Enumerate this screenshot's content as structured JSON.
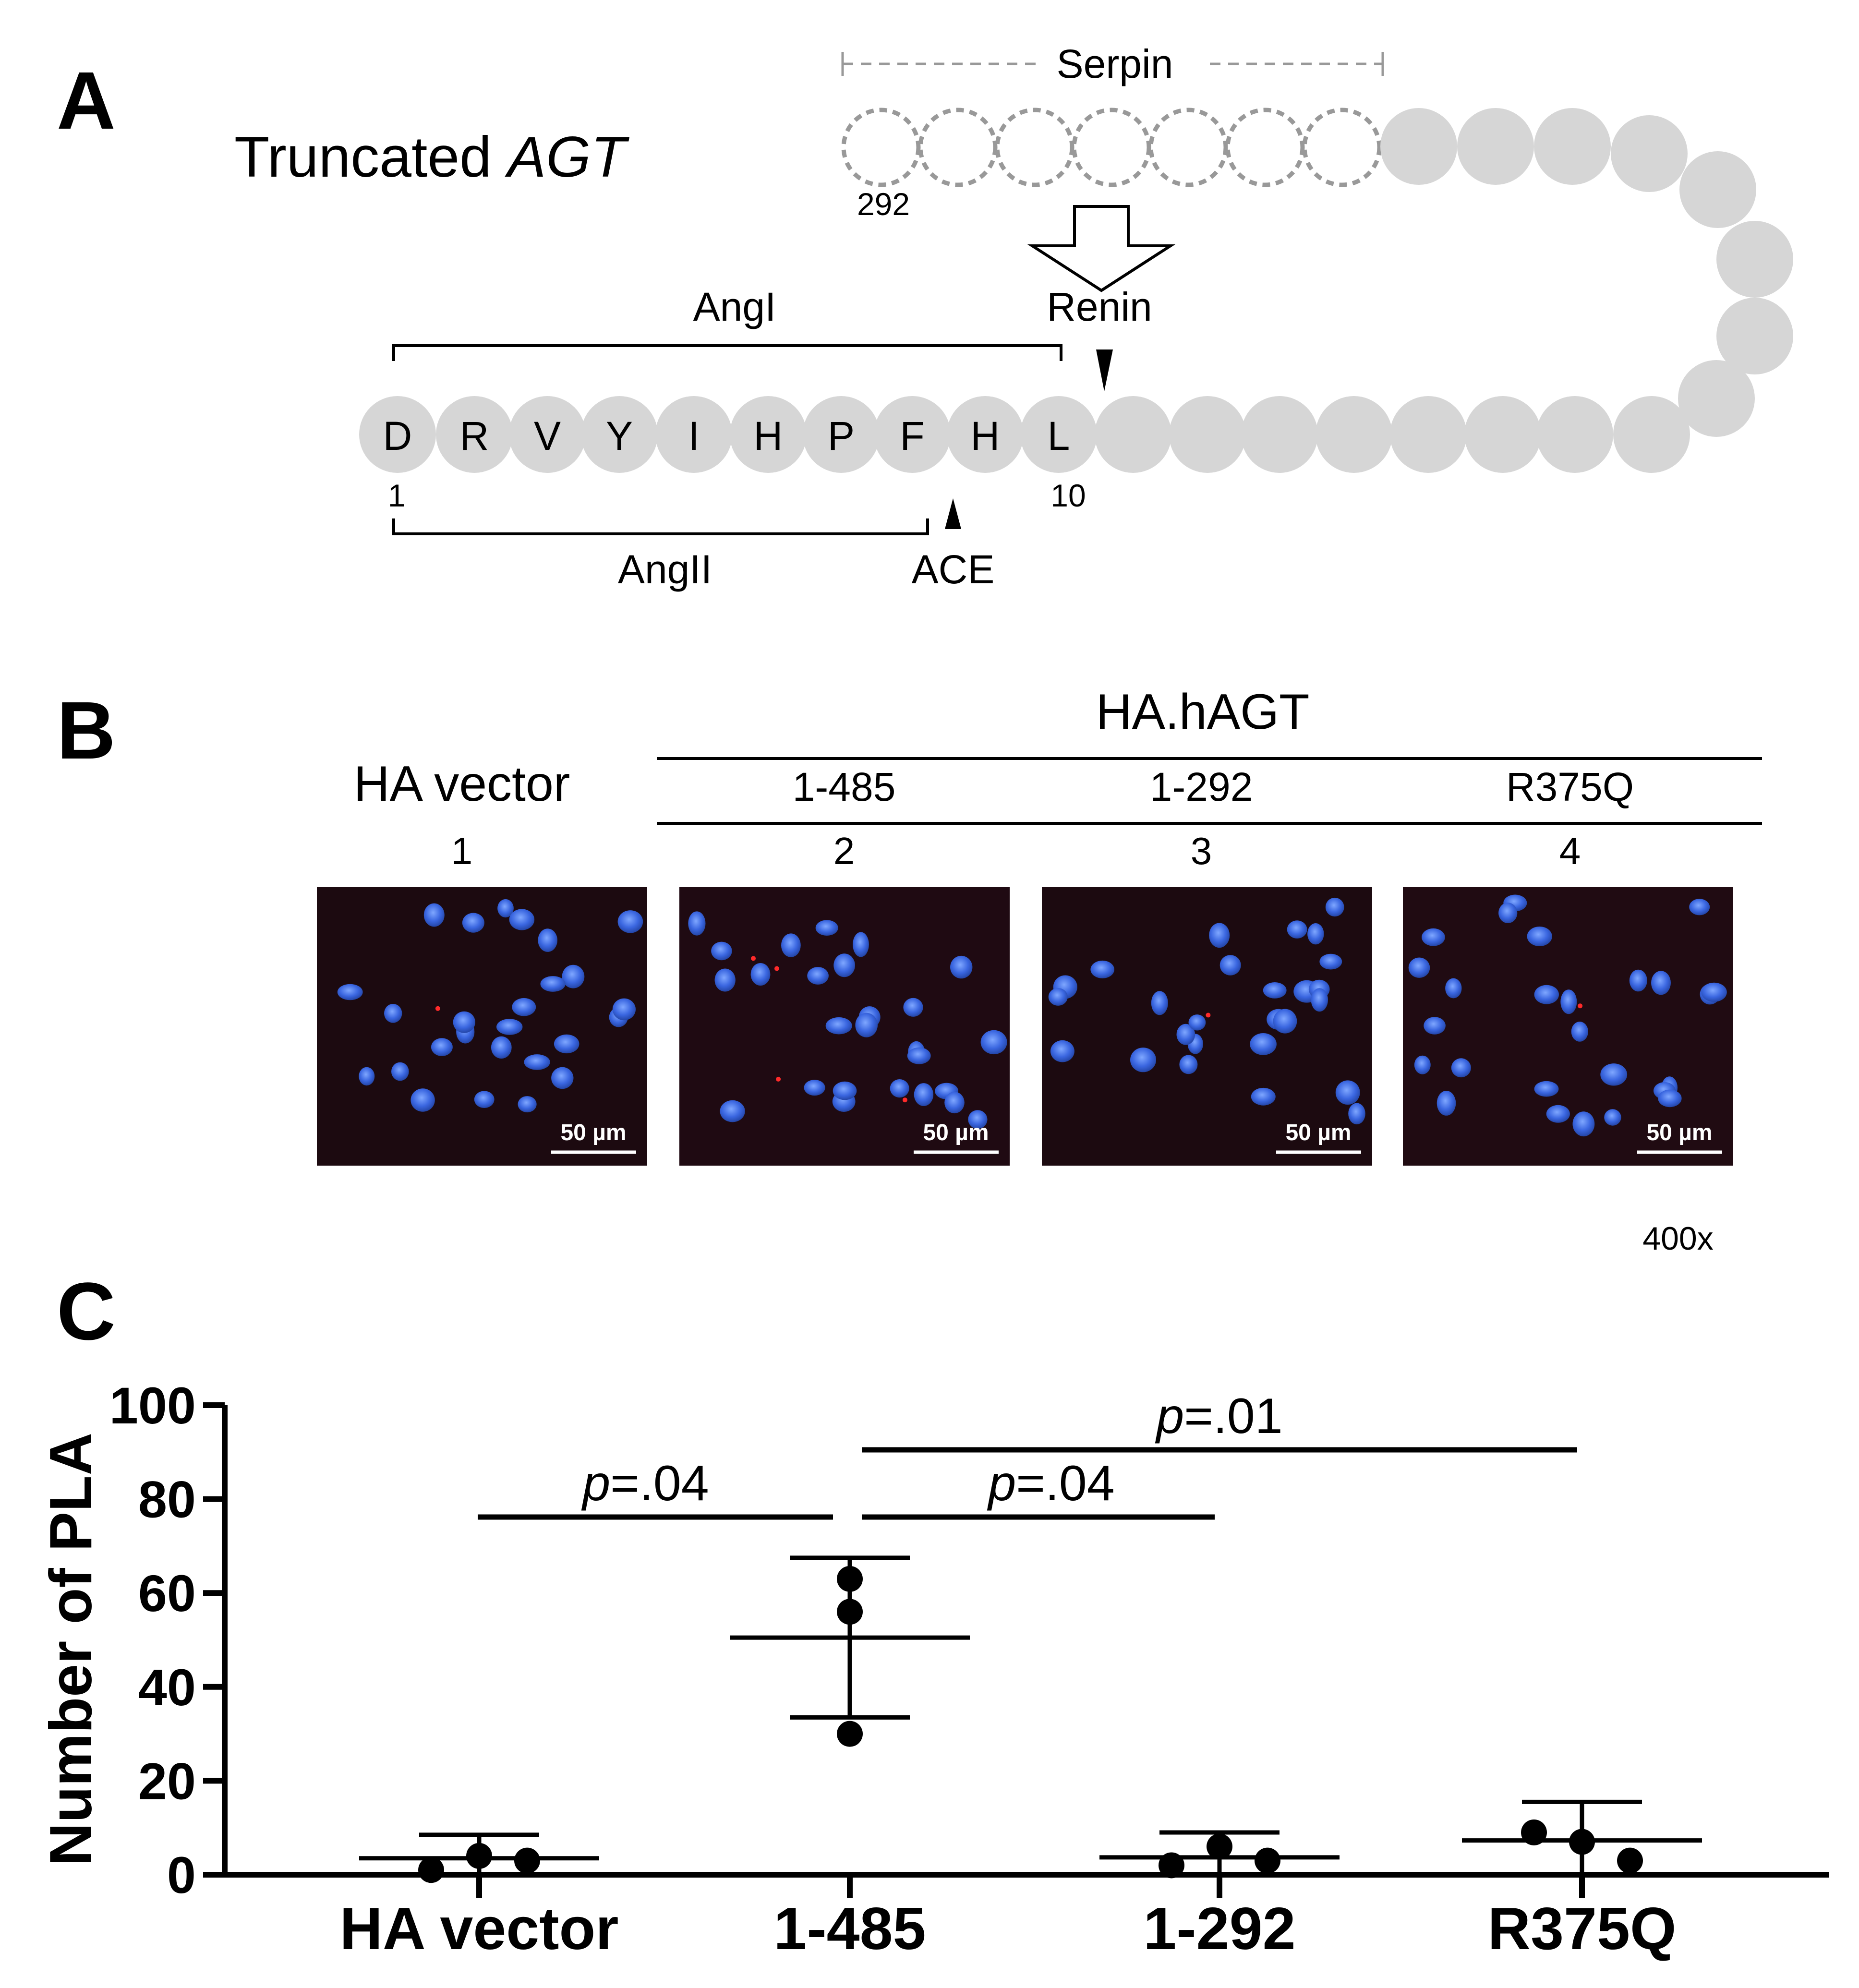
{
  "panelA": {
    "letter": "A",
    "title_prefix": "Truncated ",
    "title_italic": "AGT",
    "serpin_label": "Serpin",
    "pos_292": "292",
    "renin_label": "Renin",
    "angi_label": "AngI",
    "angii_label": "AngII",
    "ace_label": "ACE",
    "pos_1": "1",
    "pos_10": "10",
    "residues": [
      "D",
      "R",
      "V",
      "Y",
      "I",
      "H",
      "P",
      "F",
      "H",
      "L"
    ]
  },
  "panelB": {
    "letter": "B",
    "group_label": "HA.hAGT",
    "vector_label": "HA vector",
    "constructs": [
      "1-485",
      "1-292",
      "R375Q"
    ],
    "lanes": [
      "1",
      "2",
      "3",
      "4"
    ],
    "scale_bar": "50 µm",
    "magnification": "400x"
  },
  "panelC": {
    "letter": "C"
  },
  "chart_data": {
    "type": "scatter",
    "ylabel": "Number of PLA",
    "ylim": [
      0,
      100
    ],
    "yticks": [
      0,
      20,
      40,
      60,
      80,
      100
    ],
    "categories": [
      "HA vector",
      "1-485",
      "1-292",
      "R375Q"
    ],
    "points": [
      [
        1,
        4,
        3
      ],
      [
        63,
        56,
        30
      ],
      [
        2,
        6,
        3
      ],
      [
        9,
        7,
        3
      ]
    ],
    "mean": [
      3.5,
      50.5,
      3.7,
      7.3
    ],
    "sd_upper": [
      8.5,
      67.5,
      9,
      15.5
    ],
    "sd_lower": [
      0,
      33.5,
      0,
      0
    ],
    "comparisons": [
      {
        "from": "HA vector",
        "to": "1-485",
        "label_italic": "p",
        "label": "=.04"
      },
      {
        "from": "1-485",
        "to": "1-292",
        "label_italic": "p",
        "label": "=.04"
      },
      {
        "from": "1-485",
        "to": "R375Q",
        "label_italic": "p",
        "label": "=.01"
      }
    ]
  }
}
